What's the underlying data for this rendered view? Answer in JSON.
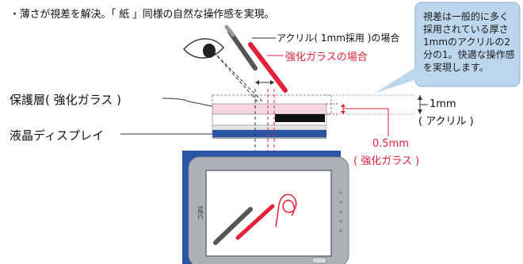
{
  "headline": "・薄さが視差を解決。「 紙 」同様の自然な操作感を実現。",
  "callout": {
    "text": "視差は一般的に多く採用されている厚さ1mmのアクリルの2分の1。快適な操作感を実現します。"
  },
  "labels": {
    "acrylic_case": "アクリル( 1mm採用 )の場合",
    "tempered_case": "強化ガラスの場合",
    "protective_layer": "保護層( 強化ガラス )",
    "lcd_display": "液晶ディスプレイ",
    "acrylic_thickness": "1mm",
    "acrylic_name": "( アクリル )",
    "glass_thickness": "0.5mm",
    "glass_name": "( 強化ガラス )",
    "brand": "NEC"
  },
  "colors": {
    "red": "#e5203a",
    "blue": "#2c55a6",
    "callout_bg": "#bcd6ee",
    "pink_layer": "#f6d6e2",
    "dark": "#1a1a1a"
  }
}
